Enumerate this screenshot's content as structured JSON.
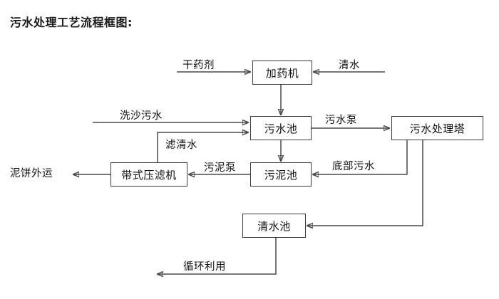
{
  "title": "污水处理工艺流程框图:",
  "diagram": {
    "type": "flowchart",
    "nodes": [
      {
        "id": "dosing_machine",
        "label": "加药机"
      },
      {
        "id": "wastewater_pool",
        "label": "污水池"
      },
      {
        "id": "treatment_tower",
        "label": "污水处理塔"
      },
      {
        "id": "belt_filter_press",
        "label": "带式压滤机"
      },
      {
        "id": "sludge_pool",
        "label": "污泥池"
      },
      {
        "id": "clean_water_pool",
        "label": "清水池"
      }
    ],
    "terminals": [
      {
        "id": "dry_chemical",
        "label": "干药剂"
      },
      {
        "id": "clean_water_in",
        "label": "清水"
      },
      {
        "id": "sand_wash_wastewater",
        "label": "洗沙污水"
      },
      {
        "id": "mud_cake_out",
        "label": "泥饼外运"
      },
      {
        "id": "recycle_use",
        "label": "循环利用"
      }
    ],
    "edges": [
      {
        "id": "dry_chemical_to_dosing",
        "label": "干药剂",
        "from": "dry_chemical",
        "to": "dosing_machine"
      },
      {
        "id": "clean_water_to_dosing",
        "label": "清水",
        "from": "clean_water_in",
        "to": "dosing_machine"
      },
      {
        "id": "dosing_to_wastewater_pool",
        "label": "",
        "from": "dosing_machine",
        "to": "wastewater_pool"
      },
      {
        "id": "sand_wash_to_pool",
        "label": "洗沙污水",
        "from": "sand_wash_wastewater",
        "to": "wastewater_pool"
      },
      {
        "id": "filtrate_to_pool",
        "label": "滤清水",
        "from": "belt_filter_press",
        "to": "wastewater_pool"
      },
      {
        "id": "pool_to_tower",
        "label": "污水泵",
        "from": "wastewater_pool",
        "to": "treatment_tower"
      },
      {
        "id": "pool_to_sludge",
        "label": "",
        "from": "wastewater_pool",
        "to": "sludge_pool"
      },
      {
        "id": "tower_bottom_to_sludge",
        "label": "底部污水",
        "from": "treatment_tower",
        "to": "sludge_pool"
      },
      {
        "id": "sludge_to_press",
        "label": "污泥泵",
        "from": "sludge_pool",
        "to": "belt_filter_press"
      },
      {
        "id": "press_to_mud_cake",
        "label": "泥饼外运",
        "from": "belt_filter_press",
        "to": "mud_cake_out"
      },
      {
        "id": "tower_to_clean_pool",
        "label": "",
        "from": "treatment_tower",
        "to": "clean_water_pool"
      },
      {
        "id": "clean_pool_to_recycle",
        "label": "循环利用",
        "from": "clean_water_pool",
        "to": "recycle_use"
      }
    ]
  },
  "colors": {
    "stroke": "#4a4a4a",
    "box_border": "#3a3a3a",
    "text": "#111111",
    "background": "#ffffff"
  }
}
